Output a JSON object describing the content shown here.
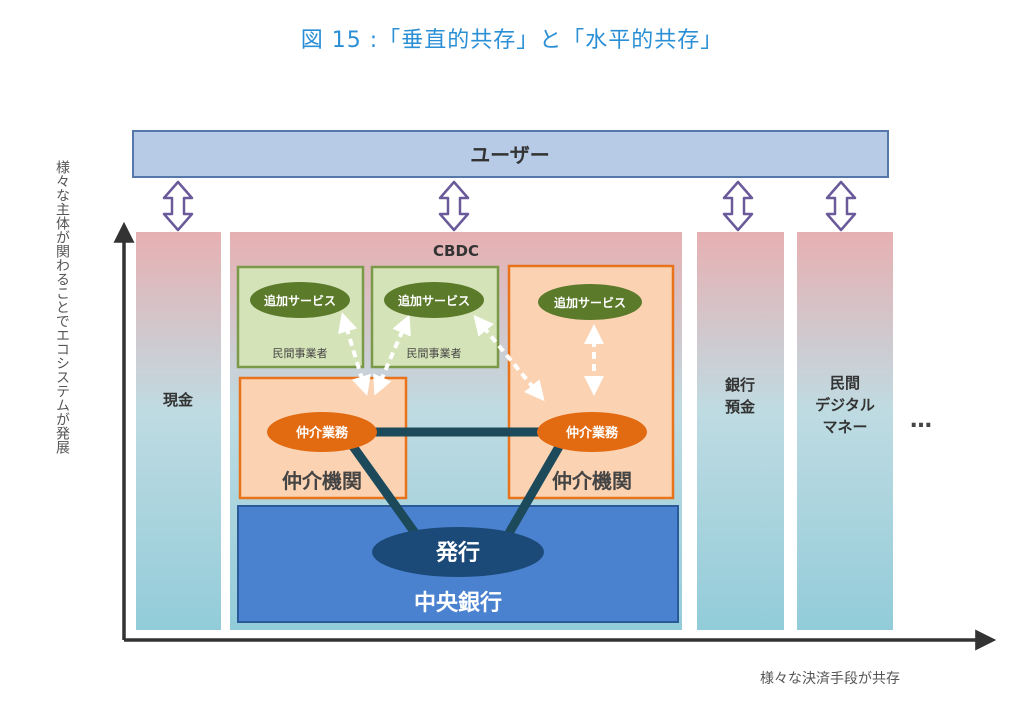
{
  "title": "図 15 :「垂直的共存」と「水平的共存」",
  "user_bar": "ユーザー",
  "columns": {
    "cash": "現金",
    "cbdc": "CBDC",
    "deposit": [
      "銀行",
      "預金"
    ],
    "private_money": [
      "民間",
      "デジタル",
      "マネー"
    ],
    "more": "…"
  },
  "cbdc_panel": {
    "private_operators": [
      {
        "service": "追加サービス",
        "label": "民間事業者"
      },
      {
        "service": "追加サービス",
        "label": "民間事業者"
      }
    ],
    "intermediaries": [
      {
        "business": "仲介業務",
        "label": "仲介機関"
      },
      {
        "business": "仲介業務",
        "label": "仲介機関",
        "service": "追加サービス"
      }
    ],
    "issuance": "発行",
    "central_bank": "中央銀行"
  },
  "axes": {
    "y_label": "様々な主体が関わることでエコシステムが発展",
    "x_label": "様々な決済手段が共存"
  },
  "colors": {
    "title": "#2b8fd6",
    "user_bar": "#b7cbe6",
    "green_box": "#d5e3b8",
    "green_ellipse": "#5b7a2a",
    "orange_box": "#fbd3b3",
    "orange_ellipse": "#e26b12",
    "central_bank": "#4a82d0",
    "issuance_ellipse": "#1c4a78"
  }
}
